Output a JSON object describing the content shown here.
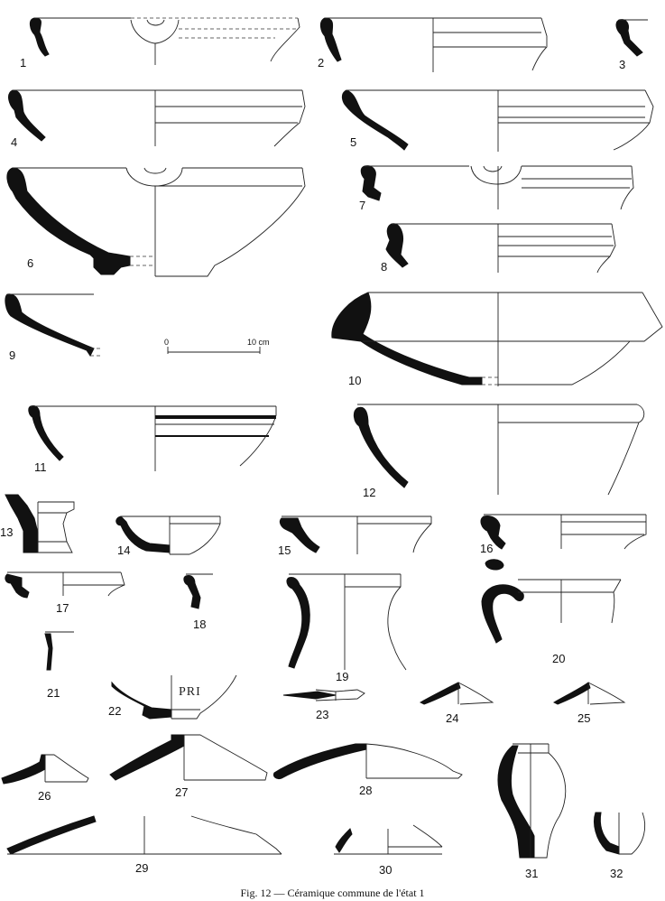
{
  "figure": {
    "caption": "Fig. 12 — Céramique commune de l'état 1",
    "scale": {
      "zero": "0",
      "end": "10 cm"
    },
    "inscription": "PRI",
    "vessels": [
      {
        "id": "v1",
        "label": "1"
      },
      {
        "id": "v2",
        "label": "2"
      },
      {
        "id": "v3",
        "label": "3"
      },
      {
        "id": "v4",
        "label": "4"
      },
      {
        "id": "v5",
        "label": "5"
      },
      {
        "id": "v6",
        "label": "6"
      },
      {
        "id": "v7",
        "label": "7"
      },
      {
        "id": "v8",
        "label": "8"
      },
      {
        "id": "v9",
        "label": "9"
      },
      {
        "id": "v10",
        "label": "10"
      },
      {
        "id": "v11",
        "label": "11"
      },
      {
        "id": "v12",
        "label": "12"
      },
      {
        "id": "v13",
        "label": "13"
      },
      {
        "id": "v14",
        "label": "14"
      },
      {
        "id": "v15",
        "label": "15"
      },
      {
        "id": "v16",
        "label": "16"
      },
      {
        "id": "v17",
        "label": "17"
      },
      {
        "id": "v18",
        "label": "18"
      },
      {
        "id": "v19",
        "label": "19"
      },
      {
        "id": "v20",
        "label": "20"
      },
      {
        "id": "v21",
        "label": "21"
      },
      {
        "id": "v22",
        "label": "22"
      },
      {
        "id": "v23",
        "label": "23"
      },
      {
        "id": "v24",
        "label": "24"
      },
      {
        "id": "v25",
        "label": "25"
      },
      {
        "id": "v26",
        "label": "26"
      },
      {
        "id": "v27",
        "label": "27"
      },
      {
        "id": "v28",
        "label": "28"
      },
      {
        "id": "v29",
        "label": "29"
      },
      {
        "id": "v30",
        "label": "30"
      },
      {
        "id": "v31",
        "label": "31"
      },
      {
        "id": "v32",
        "label": "32"
      }
    ]
  }
}
